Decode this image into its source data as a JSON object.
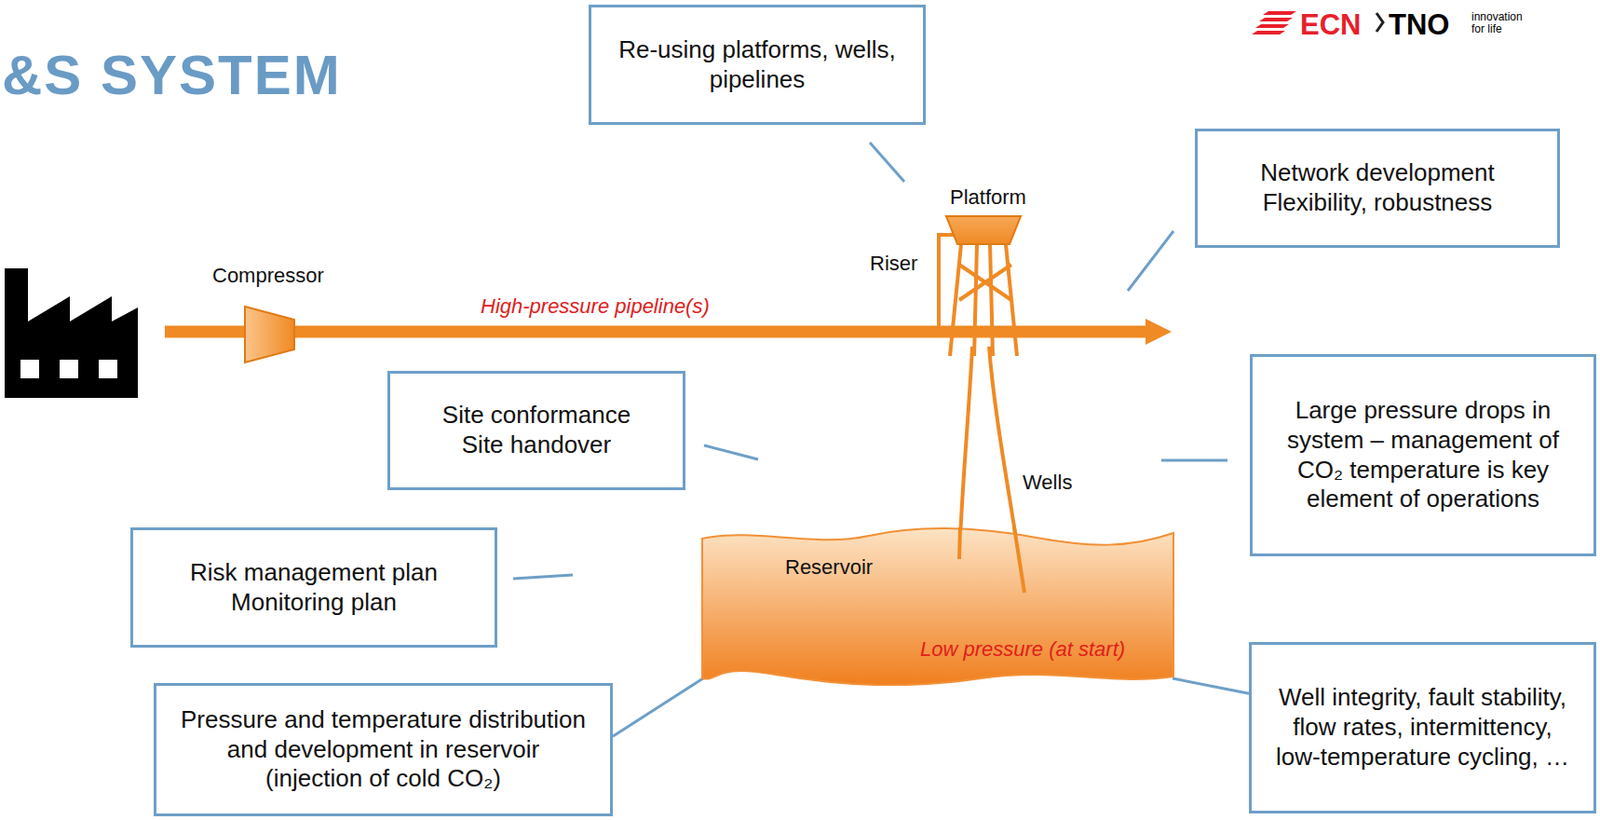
{
  "diagram": {
    "title": "&S SYSTEM",
    "nodes": [
      {
        "text": [
          "Re-using platforms, wells, pipelines"
        ]
      },
      {
        "text": [
          "Network development",
          "Flexibility, robustness"
        ]
      },
      {
        "text": [
          "Site conformance",
          "Site handover"
        ]
      },
      {
        "text": [
          "Large pressure drops in system – management of CO₂ temperature is key element of operations"
        ]
      },
      {
        "text": [
          "Risk management plan",
          "Monitoring plan"
        ]
      },
      {
        "text": [
          "Reservoir",
          "Low pressure (at start)"
        ]
      },
      {
        "text": [
          "Pressure and temperature distribution and development in reservoir (injection of cold CO₂)"
        ]
      },
      {
        "text": [
          "Well integrity, fault stability, flow rates, intermittency, low-temperature cycling, …"
        ]
      }
    ],
    "edges": [
      {
        "from": 6,
        "to": 5,
        "arrow": "none"
      },
      {
        "from": 7,
        "to": 5,
        "arrow": "none"
      }
    ],
    "labels": [
      "ECN",
      "TNO",
      "innovation for life",
      "Compressor",
      "High-pressure pipeline(s)",
      "Riser",
      "Platform",
      "Wells"
    ]
  }
}
